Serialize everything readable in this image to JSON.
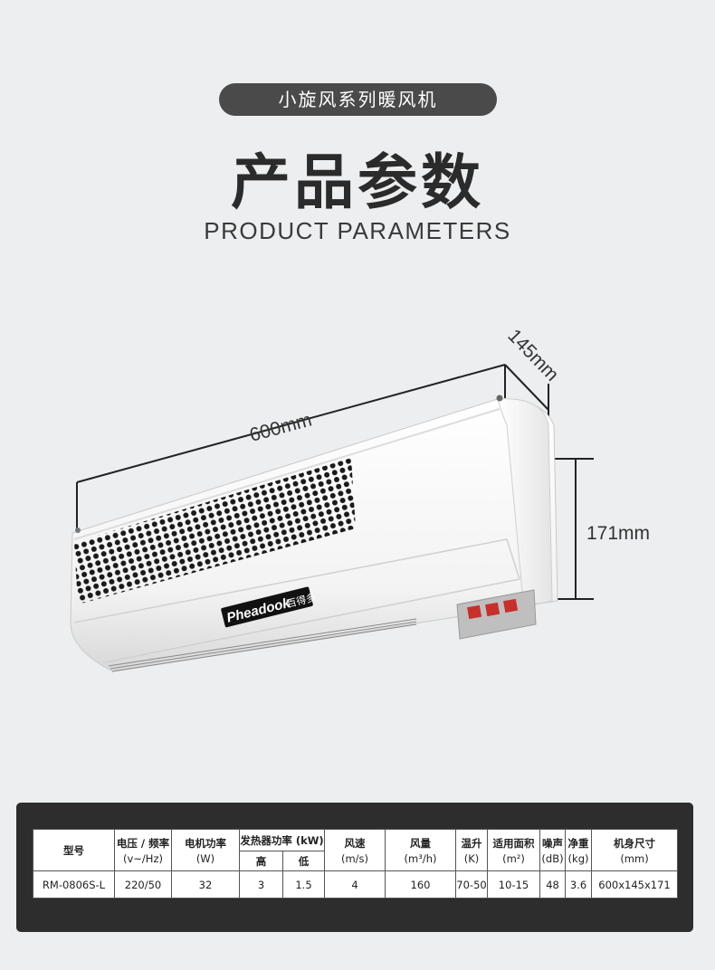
{
  "header": {
    "series_badge": "小旋风系列暖风机",
    "title": "产品参数",
    "subtitle": "PRODUCT PARAMETERS"
  },
  "figure": {
    "width_label": "600mm",
    "depth_label": "145mm",
    "height_label": "171mm",
    "brand_logo_text": "Pheadook百得多"
  },
  "spec_table": {
    "columns": [
      {
        "name": "型号",
        "unit": ""
      },
      {
        "name": "电压 / 频率",
        "unit": "(v~/Hz)"
      },
      {
        "name": "电机功率",
        "unit": "(W)"
      },
      {
        "name": "发热器功率 (kW)",
        "unit": "",
        "sub": [
          "高",
          "低"
        ]
      },
      {
        "name": "风速",
        "unit": "(m/s)"
      },
      {
        "name": "风量",
        "unit": "(m³/h)"
      },
      {
        "name": "温升",
        "unit": "(K)"
      },
      {
        "name": "适用面积",
        "unit": "(m²)"
      },
      {
        "name": "噪声",
        "unit": "(dB)"
      },
      {
        "name": "净重",
        "unit": "(kg)"
      },
      {
        "name": "机身尺寸",
        "unit": "(mm)"
      }
    ],
    "row": {
      "model": "RM-0806S-L",
      "voltage_freq": "220/50",
      "motor_power": "32",
      "heater_high": "3",
      "heater_low": "1.5",
      "wind_speed": "4",
      "air_volume": "160",
      "temp_rise": "70-50",
      "area": "10-15",
      "noise": "48",
      "net_weight": "3.6",
      "dimensions": "600x145x171"
    }
  },
  "colors": {
    "background": "#eceeef",
    "badge": "#4a4a4a",
    "panel": "#2d2d2d",
    "switch_red": "#c8302b"
  }
}
